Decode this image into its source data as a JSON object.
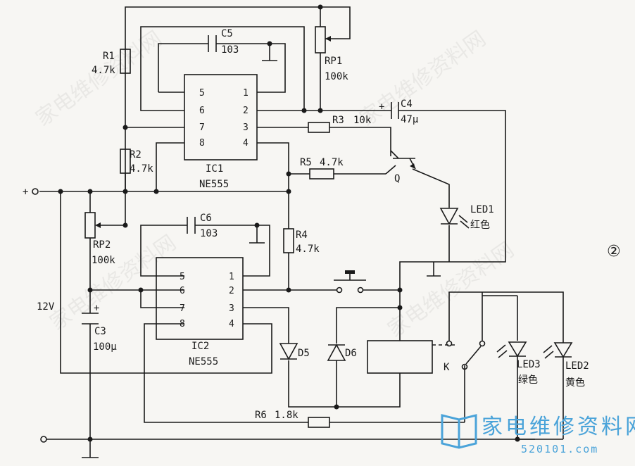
{
  "figure_number": "②",
  "supply": {
    "plus": "+",
    "voltage": "12V"
  },
  "ics": [
    {
      "ref": "IC1",
      "part": "NE555",
      "pins_left": [
        "5",
        "6",
        "7",
        "8"
      ],
      "pins_right": [
        "1",
        "2",
        "3",
        "4"
      ]
    },
    {
      "ref": "IC2",
      "part": "NE555",
      "pins_left": [
        "5",
        "6",
        "7",
        "8"
      ],
      "pins_right": [
        "1",
        "2",
        "3",
        "4"
      ]
    }
  ],
  "resistors": {
    "r1": {
      "ref": "R1",
      "value": "4.7k"
    },
    "r2": {
      "ref": "R2",
      "value": "4.7k"
    },
    "r3": {
      "ref": "R3",
      "value": "10k"
    },
    "r4": {
      "ref": "R4",
      "value": "4.7k"
    },
    "r5": {
      "ref": "R5",
      "value": "4.7k"
    },
    "r6": {
      "ref": "R6",
      "value": "1.8k"
    },
    "rp1": {
      "ref": "RP1",
      "value": "100k"
    },
    "rp2": {
      "ref": "RP2",
      "value": "100k"
    }
  },
  "capacitors": {
    "c3": {
      "ref": "C3",
      "value": "100μ",
      "polarity": "+"
    },
    "c4": {
      "ref": "C4",
      "value": "47μ",
      "polarity": "+"
    },
    "c5": {
      "ref": "C5",
      "value": "103"
    },
    "c6": {
      "ref": "C6",
      "value": "103"
    }
  },
  "transistor": {
    "ref": "Q"
  },
  "diodes": {
    "d5": "D5",
    "d6": "D6"
  },
  "leds": {
    "led1": {
      "ref": "LED1",
      "color": "红色"
    },
    "led2": {
      "ref": "LED2",
      "color": "黄色"
    },
    "led3": {
      "ref": "LED3",
      "color": "绿色"
    }
  },
  "relay": {
    "ref": "K"
  },
  "logo": {
    "name": "家电维修资料网",
    "url": "520101.com"
  },
  "colors": {
    "ink": "#1a1a1a",
    "logo": "#4aa3d9",
    "paper": "#f7f6f3"
  }
}
